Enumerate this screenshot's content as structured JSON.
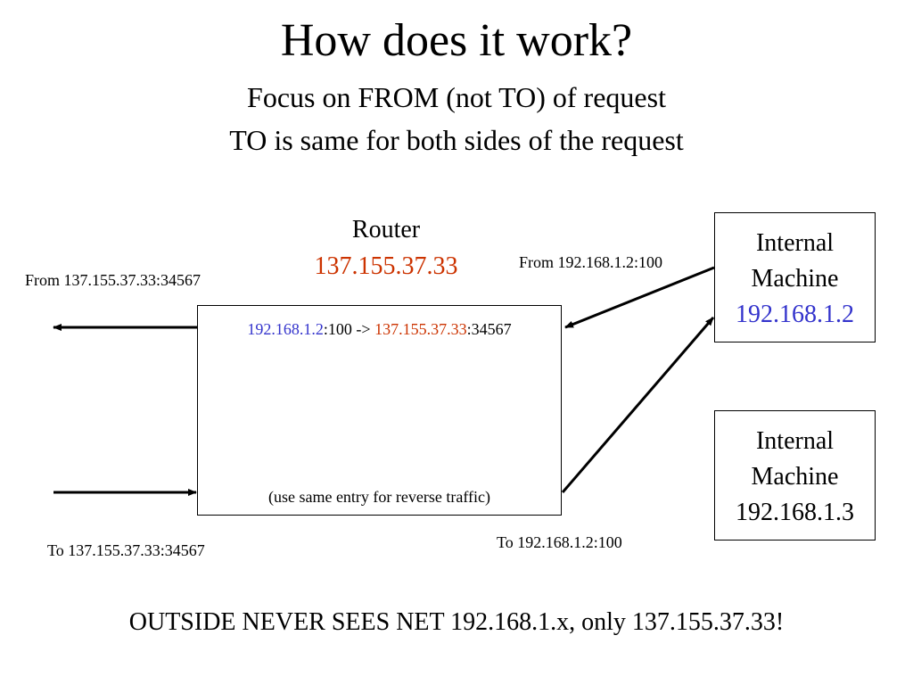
{
  "title": "How does it work?",
  "subtitle_line1": "Focus on FROM (not TO) of request",
  "subtitle_line2": "TO is same for both sides of the request",
  "router": {
    "label": "Router",
    "ip": "137.155.37.33",
    "nat_entry": {
      "internal_ip": "192.168.1.2",
      "internal_port_and_arrow": ":100 -> ",
      "external_ip": "137.155.37.33",
      "external_port": ":34567"
    },
    "reverse_note": "(use same entry for reverse traffic)"
  },
  "machines": [
    {
      "line1": "Internal",
      "line2": "Machine",
      "ip": "192.168.1.2"
    },
    {
      "line1": "Internal",
      "line2": "Machine",
      "ip": "192.168.1.3"
    }
  ],
  "labels": {
    "from_outside": "From 137.155.37.33:34567",
    "to_outside": "To 137.155.37.33:34567",
    "from_internal": "From 192.168.1.2:100",
    "to_internal": "To 192.168.1.2:100"
  },
  "footer": "OUTSIDE NEVER SEES NET 192.168.1.x, only 137.155.37.33!",
  "colors": {
    "internal_ip": "#3333cc",
    "external_ip": "#cc3300"
  }
}
